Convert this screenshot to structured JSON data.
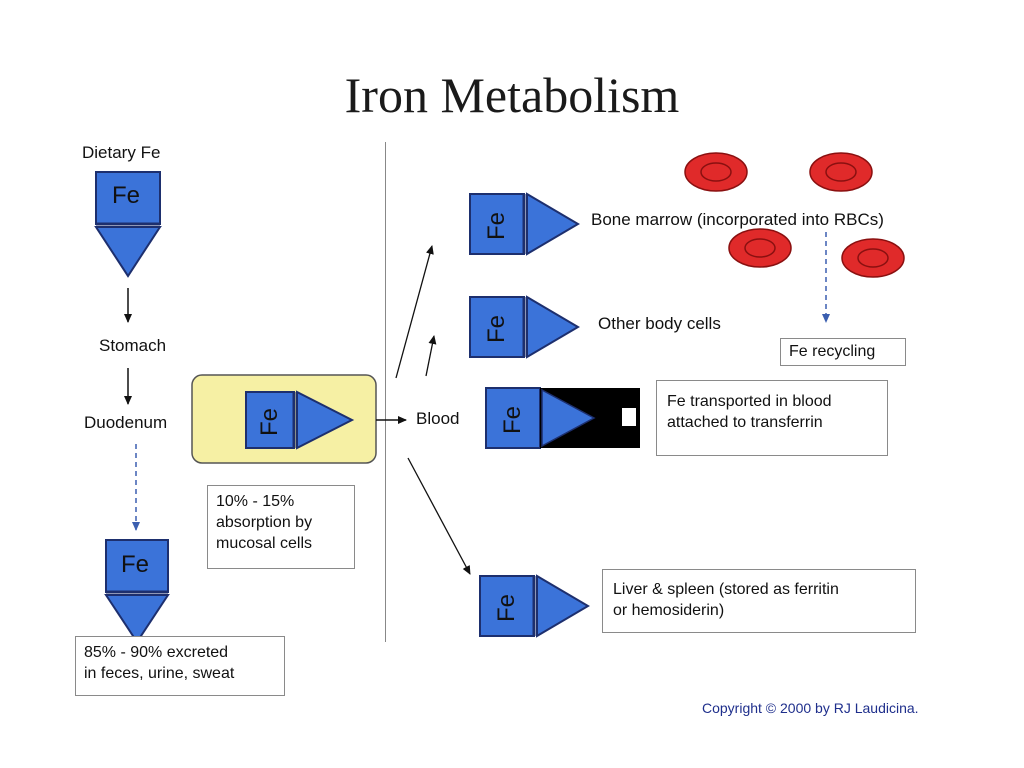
{
  "title": "Iron Metabolism",
  "fe_label": "Fe",
  "labels": {
    "dietary_fe": "Dietary Fe",
    "stomach": "Stomach",
    "duodenum": "Duodenum",
    "blood": "Blood",
    "bone_marrow": "Bone marrow (incorporated into RBCs)",
    "other_body_cells": "Other body cells",
    "fe_recycling": "Fe recycling"
  },
  "boxes": {
    "absorption": [
      "10% - 15%",
      "absorption by",
      "mucosal cells"
    ],
    "excreted": [
      "85% - 90% excreted",
      "in feces, urine, sweat"
    ],
    "transported": [
      "Fe transported in blood",
      "attached to transferrin"
    ],
    "liver": [
      "Liver & spleen (stored as ferritin",
      "or hemosiderin)"
    ]
  },
  "copyright": "Copyright © 2000 by RJ Laudicina.",
  "colors": {
    "fe_blue": "#3b73d9",
    "fe_border": "#1d2f6e",
    "mucosa_yellow": "#f6f0a4",
    "rbc_red": "#e02a2a",
    "copyright_blue": "#1f2f8c"
  }
}
